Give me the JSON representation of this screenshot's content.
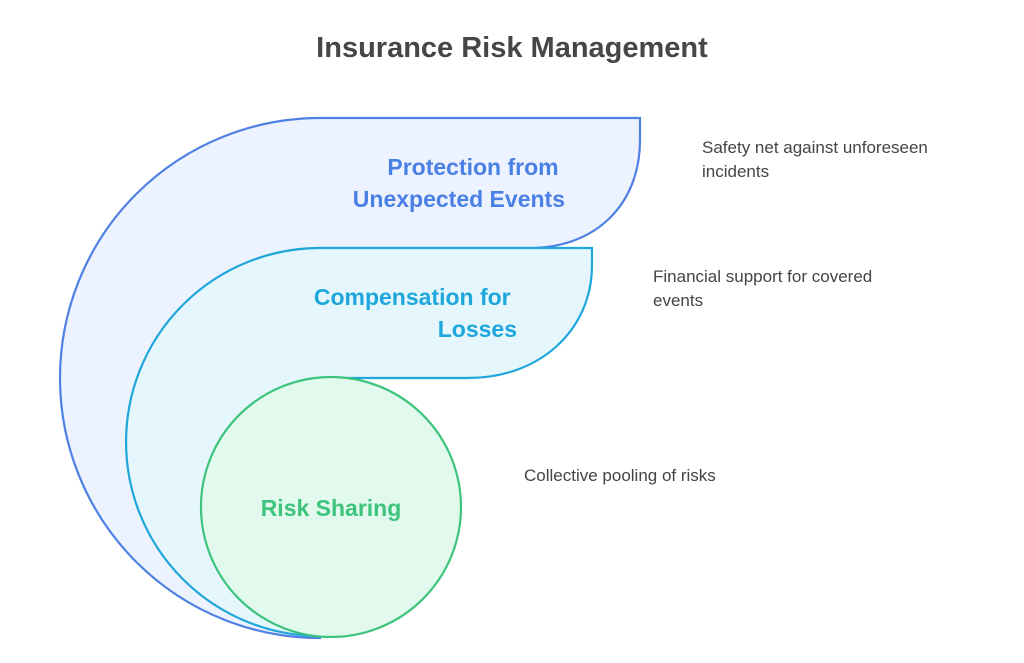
{
  "title": "Insurance Risk Management",
  "layers": [
    {
      "label_lines": [
        "Protection from",
        "Unexpected Events"
      ],
      "description_lines": [
        "Safety net against unforeseen",
        "incidents"
      ],
      "color": "#4a80e6",
      "fill": "#ecf2fe"
    },
    {
      "label_lines": [
        "Compensation for",
        "Losses"
      ],
      "description_lines": [
        "Financial support for covered",
        "events"
      ],
      "color": "#1ea7dc",
      "fill": "#e6f6fd"
    },
    {
      "label_lines": [
        "Risk Sharing"
      ],
      "description_lines": [
        "Collective pooling of risks"
      ],
      "color": "#3cc37c",
      "fill": "#e2faee"
    }
  ]
}
